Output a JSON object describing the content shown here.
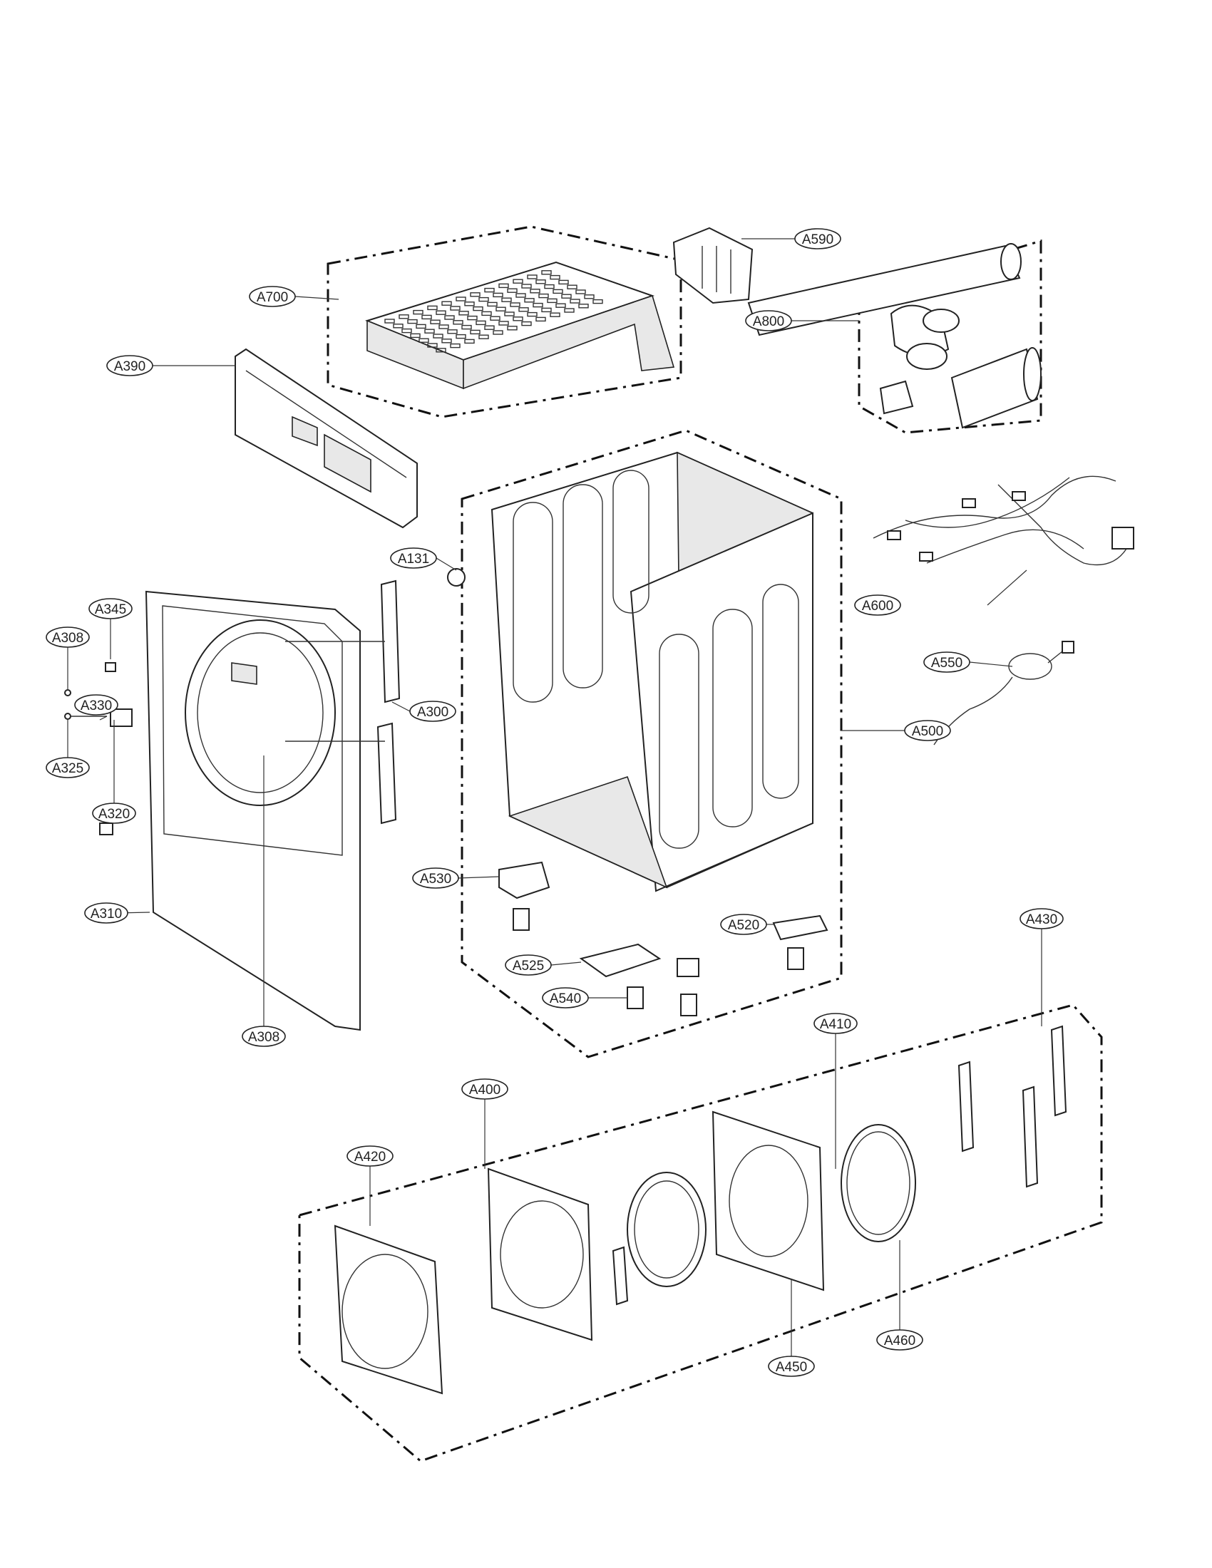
{
  "labels": {
    "A700": "A700",
    "A590": "A590",
    "A800": "A800",
    "A390": "A390",
    "A131": "A131",
    "A345": "A345",
    "A308a": "A308",
    "A300": "A300",
    "A330": "A330",
    "A325": "A325",
    "A320": "A320",
    "A600": "A600",
    "A550": "A550",
    "A500": "A500",
    "A530": "A530",
    "A310": "A310",
    "A520": "A520",
    "A430": "A430",
    "A525": "A525",
    "A540": "A540",
    "A308b": "A308",
    "A410": "A410",
    "A400": "A400",
    "A420": "A420",
    "A450": "A450",
    "A460": "A460"
  }
}
